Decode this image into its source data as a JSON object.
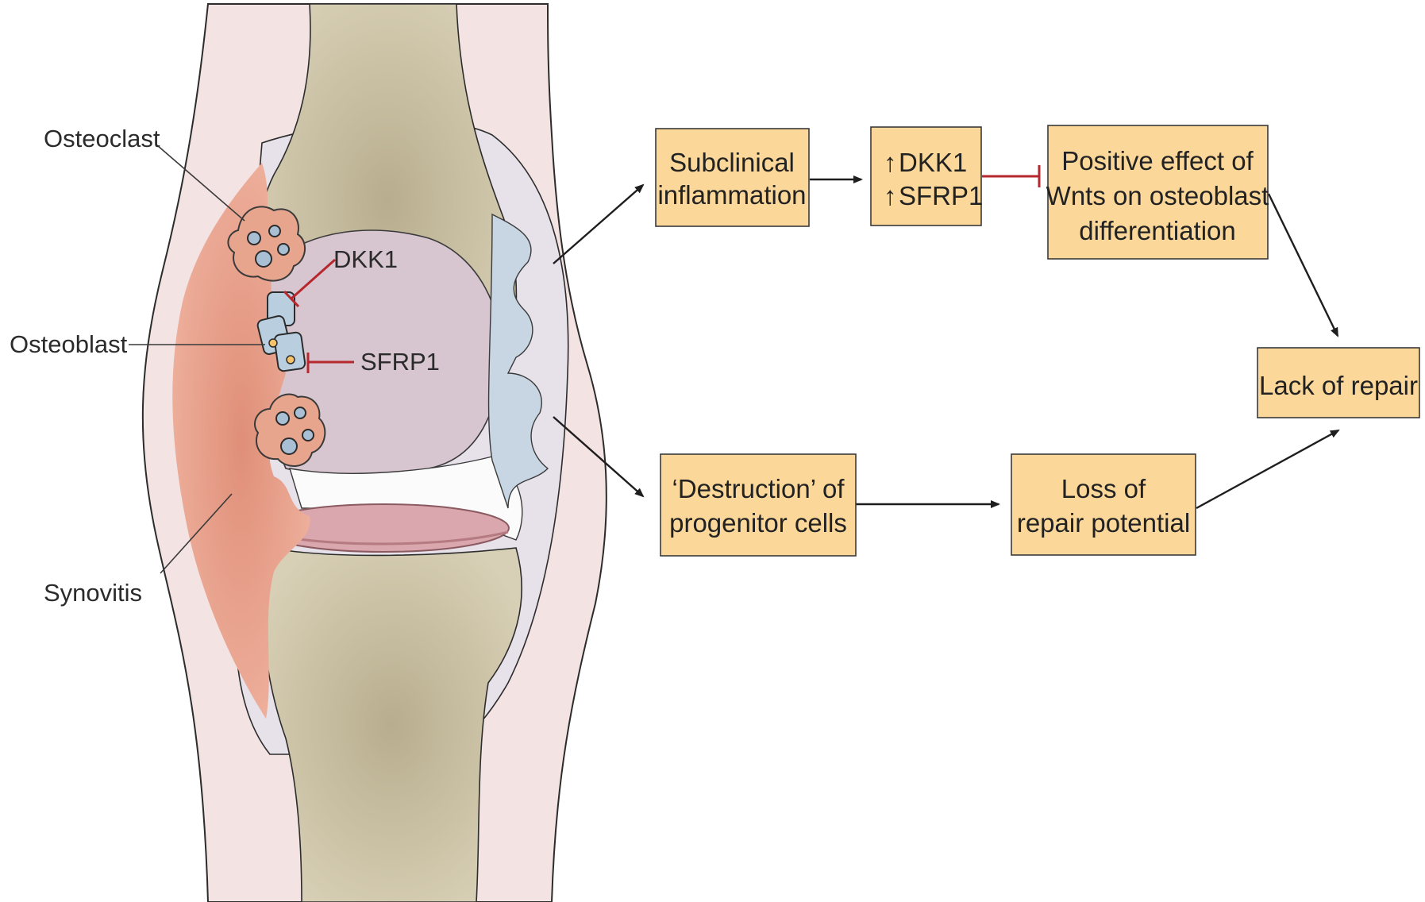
{
  "anatomy": {
    "labels": {
      "osteoclast": "Osteoclast",
      "osteoblast": "Osteoblast",
      "synovitis": "Synovitis",
      "dkk1": "DKK1",
      "sfrp1": "SFRP1"
    }
  },
  "flowchart": {
    "subclinical": [
      "Subclinical",
      "inflammation"
    ],
    "dkk_sfrp": [
      "DKK1",
      "SFRP1"
    ],
    "up_arrow": "↑",
    "positive_effect": [
      "Positive effect of",
      "Wnts on osteoblast",
      "differentiation"
    ],
    "lack_of_repair": [
      "Lack of repair"
    ],
    "destruction": [
      "‘Destruction’ of",
      "progenitor cells"
    ],
    "loss_of_repair": [
      "Loss of",
      "repair potential"
    ]
  },
  "colors": {
    "box_fill": "#fbd79a",
    "inhibition": "#b7282e",
    "arrow": "#1e1e1e",
    "synovitis": "#e9a08a",
    "bone": "#cdc4a8",
    "femur_head": "#d8c6cf"
  }
}
